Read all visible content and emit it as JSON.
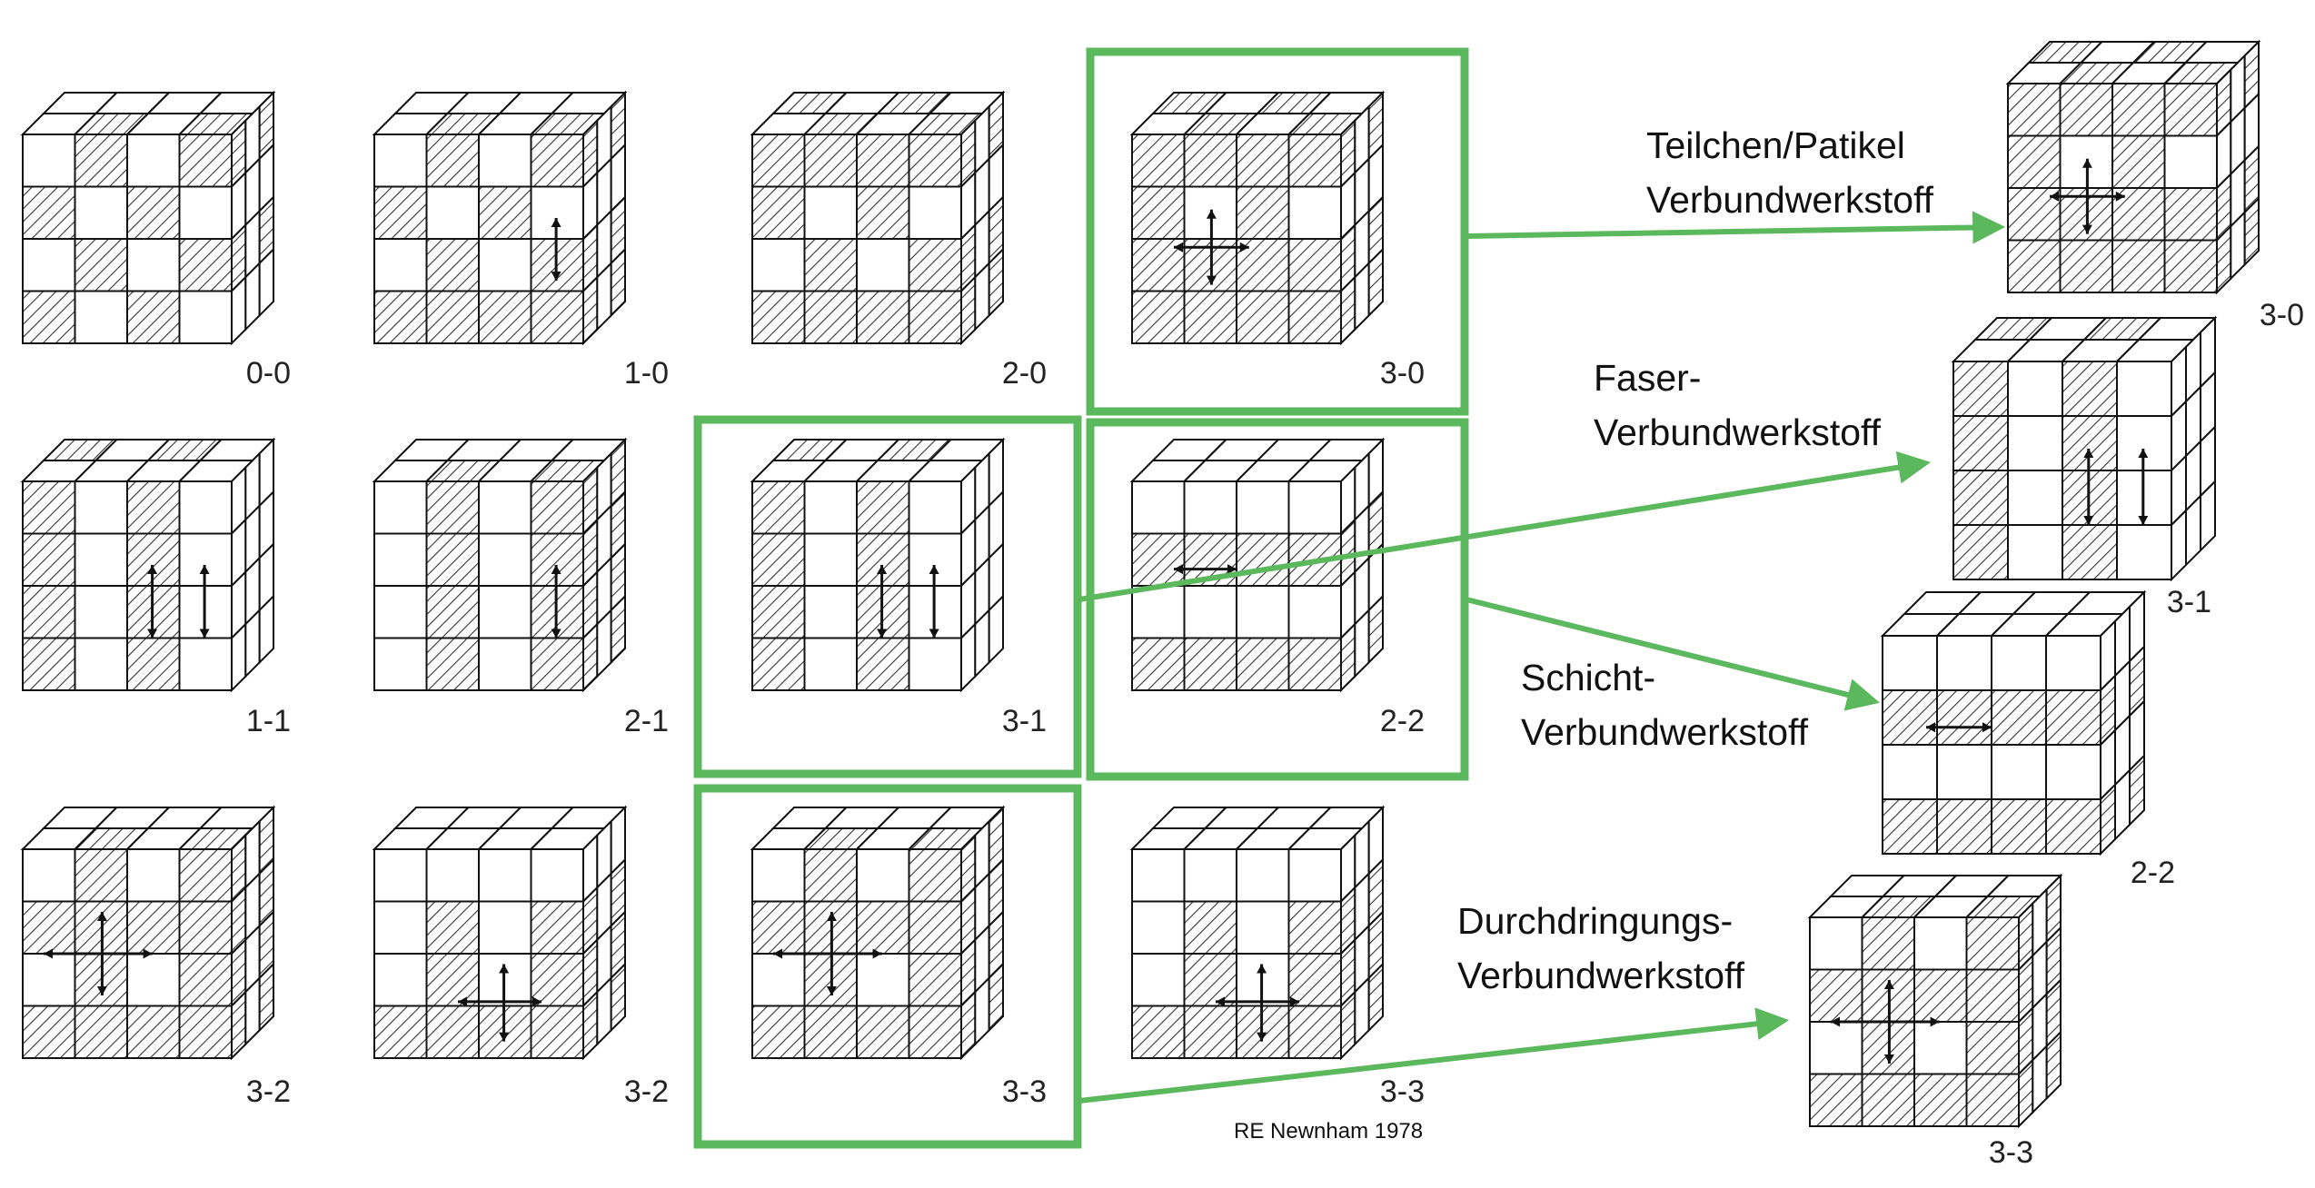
{
  "cubes": [
    {
      "label": "0-0"
    },
    {
      "label": "1-0"
    },
    {
      "label": "2-0"
    },
    {
      "label": "3-0"
    },
    {
      "label": "1-1"
    },
    {
      "label": "2-1"
    },
    {
      "label": "3-1"
    },
    {
      "label": "2-2"
    },
    {
      "label": "3-2"
    },
    {
      "label": "3-2"
    },
    {
      "label": "3-3"
    },
    {
      "label": "3-3"
    }
  ],
  "examples": [
    {
      "label": "3-0",
      "title_line1": "Teilchen/Patikel",
      "title_line2": "Verbundwerkstoff"
    },
    {
      "label": "3-1",
      "title_line1": "Faser-",
      "title_line2": "Verbundwerkstoff"
    },
    {
      "label": "2-2",
      "title_line1": "Schicht-",
      "title_line2": "Verbundwerkstoff"
    },
    {
      "label": "3-3",
      "title_line1": "Durchdringungs-",
      "title_line2": "Verbundwerkstoff"
    }
  ],
  "credit": "RE Newnham 1978",
  "colors": {
    "highlight": "#5cb85c",
    "line": "#1a1a1a",
    "hatch": "#333333"
  }
}
